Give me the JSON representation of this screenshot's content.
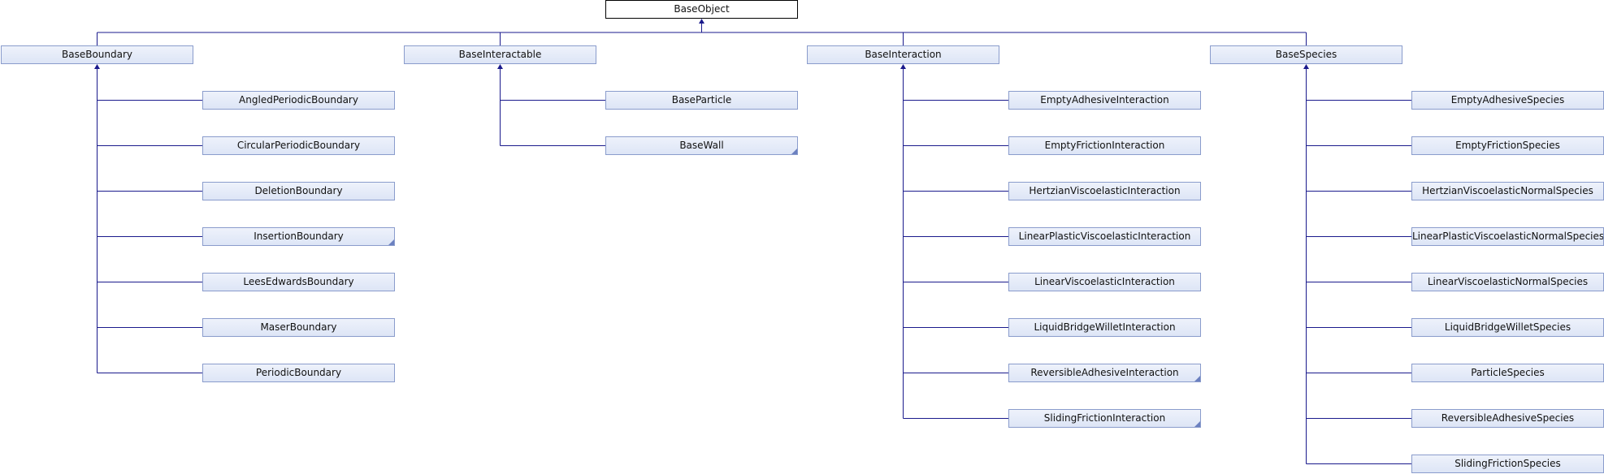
{
  "root": {
    "label": "BaseObject"
  },
  "groups": [
    {
      "label": "BaseBoundary",
      "children": [
        {
          "label": "AngledPeriodicBoundary",
          "more": false
        },
        {
          "label": "CircularPeriodicBoundary",
          "more": false
        },
        {
          "label": "DeletionBoundary",
          "more": false
        },
        {
          "label": "InsertionBoundary",
          "more": true
        },
        {
          "label": "LeesEdwardsBoundary",
          "more": false
        },
        {
          "label": "MaserBoundary",
          "more": false
        },
        {
          "label": "PeriodicBoundary",
          "more": false
        }
      ]
    },
    {
      "label": "BaseInteractable",
      "children": [
        {
          "label": "BaseParticle",
          "more": false
        },
        {
          "label": "BaseWall",
          "more": true
        }
      ]
    },
    {
      "label": "BaseInteraction",
      "children": [
        {
          "label": "EmptyAdhesiveInteraction",
          "more": false
        },
        {
          "label": "EmptyFrictionInteraction",
          "more": false
        },
        {
          "label": "HertzianViscoelasticInteraction",
          "more": false
        },
        {
          "label": "LinearPlasticViscoelasticInteraction",
          "more": false
        },
        {
          "label": "LinearViscoelasticInteraction",
          "more": false
        },
        {
          "label": "LiquidBridgeWilletInteraction",
          "more": false
        },
        {
          "label": "ReversibleAdhesiveInteraction",
          "more": true
        },
        {
          "label": "SlidingFrictionInteraction",
          "more": true
        }
      ]
    },
    {
      "label": "BaseSpecies",
      "children": [
        {
          "label": "EmptyAdhesiveSpecies",
          "more": false
        },
        {
          "label": "EmptyFrictionSpecies",
          "more": false
        },
        {
          "label": "HertzianViscoelasticNormalSpecies",
          "more": false
        },
        {
          "label": "LinearPlasticViscoelasticNormalSpecies",
          "more": false
        },
        {
          "label": "LinearViscoelasticNormalSpecies",
          "more": false
        },
        {
          "label": "LiquidBridgeWilletSpecies",
          "more": false
        },
        {
          "label": "ParticleSpecies",
          "more": false
        },
        {
          "label": "ReversibleAdhesiveSpecies",
          "more": false
        },
        {
          "label": "SlidingFrictionSpecies",
          "more": false
        }
      ]
    }
  ],
  "colors": {
    "edge": "#1a1a8c",
    "node_border": "#8a9ccc",
    "fold": "#6b80c0"
  }
}
